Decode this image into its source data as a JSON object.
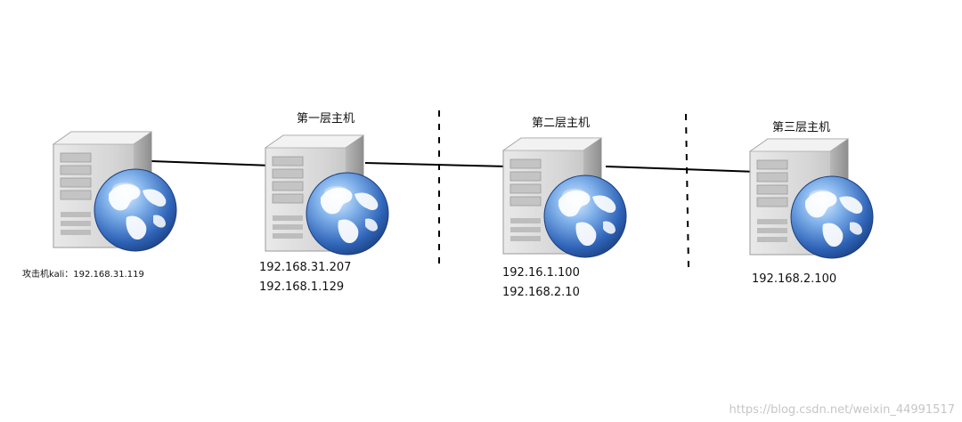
{
  "attacker": {
    "label": "攻击机kali：192.168.31.119"
  },
  "tier1": {
    "title": "第一层主机",
    "ips": [
      "192.168.31.207",
      "192.168.1.129"
    ]
  },
  "tier2": {
    "title": "第二层主机",
    "ips": [
      "192.16.1.100",
      "192.168.2.10"
    ]
  },
  "tier3": {
    "title": "第三层主机",
    "ips": [
      "192.168.2.100"
    ]
  },
  "watermark": "https://blog.csdn.net/weixin_44991517",
  "icons": {
    "host": "server-globe-icon"
  },
  "colors": {
    "link": "#000000",
    "boundary": "#000000",
    "globe": "#3b70c2",
    "server": "#cfcfcf"
  }
}
